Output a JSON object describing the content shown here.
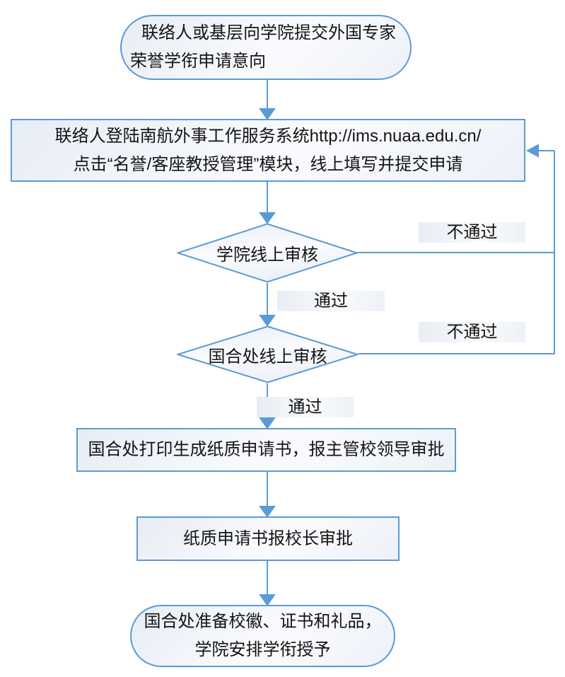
{
  "colors": {
    "line": "#5b9bd5",
    "text": "#141414",
    "shape_fill_light": "#e7edf5"
  },
  "nodes": {
    "start": {
      "type": "terminator",
      "lines": [
        "联络人或基层向学院提交外国专家",
        "荣誉学衔申请意向"
      ]
    },
    "login": {
      "type": "process",
      "lines": [
        "联络人登陆南航外事工作服务系统http://ims.nuaa.edu.cn/",
        "点击“名誉/客座教授管理”模块，线上填写并提交申请"
      ]
    },
    "college_review": {
      "type": "decision",
      "label": "学院线上审核"
    },
    "intl_review": {
      "type": "decision",
      "label": "国合处线上审核"
    },
    "print_approval": {
      "type": "process",
      "label": "国合处打印生成纸质申请书，报主管校领导审批"
    },
    "president_approval": {
      "type": "process",
      "label": "纸质申请书报校长审批"
    },
    "award": {
      "type": "terminator",
      "lines": [
        "国合处准备校徽、证书和礼品，",
        "学院安排学衔授予"
      ]
    }
  },
  "edge_labels": {
    "college_fail": "不通过",
    "college_pass": "通过",
    "intl_fail": "不通过",
    "intl_pass": "通过"
  }
}
